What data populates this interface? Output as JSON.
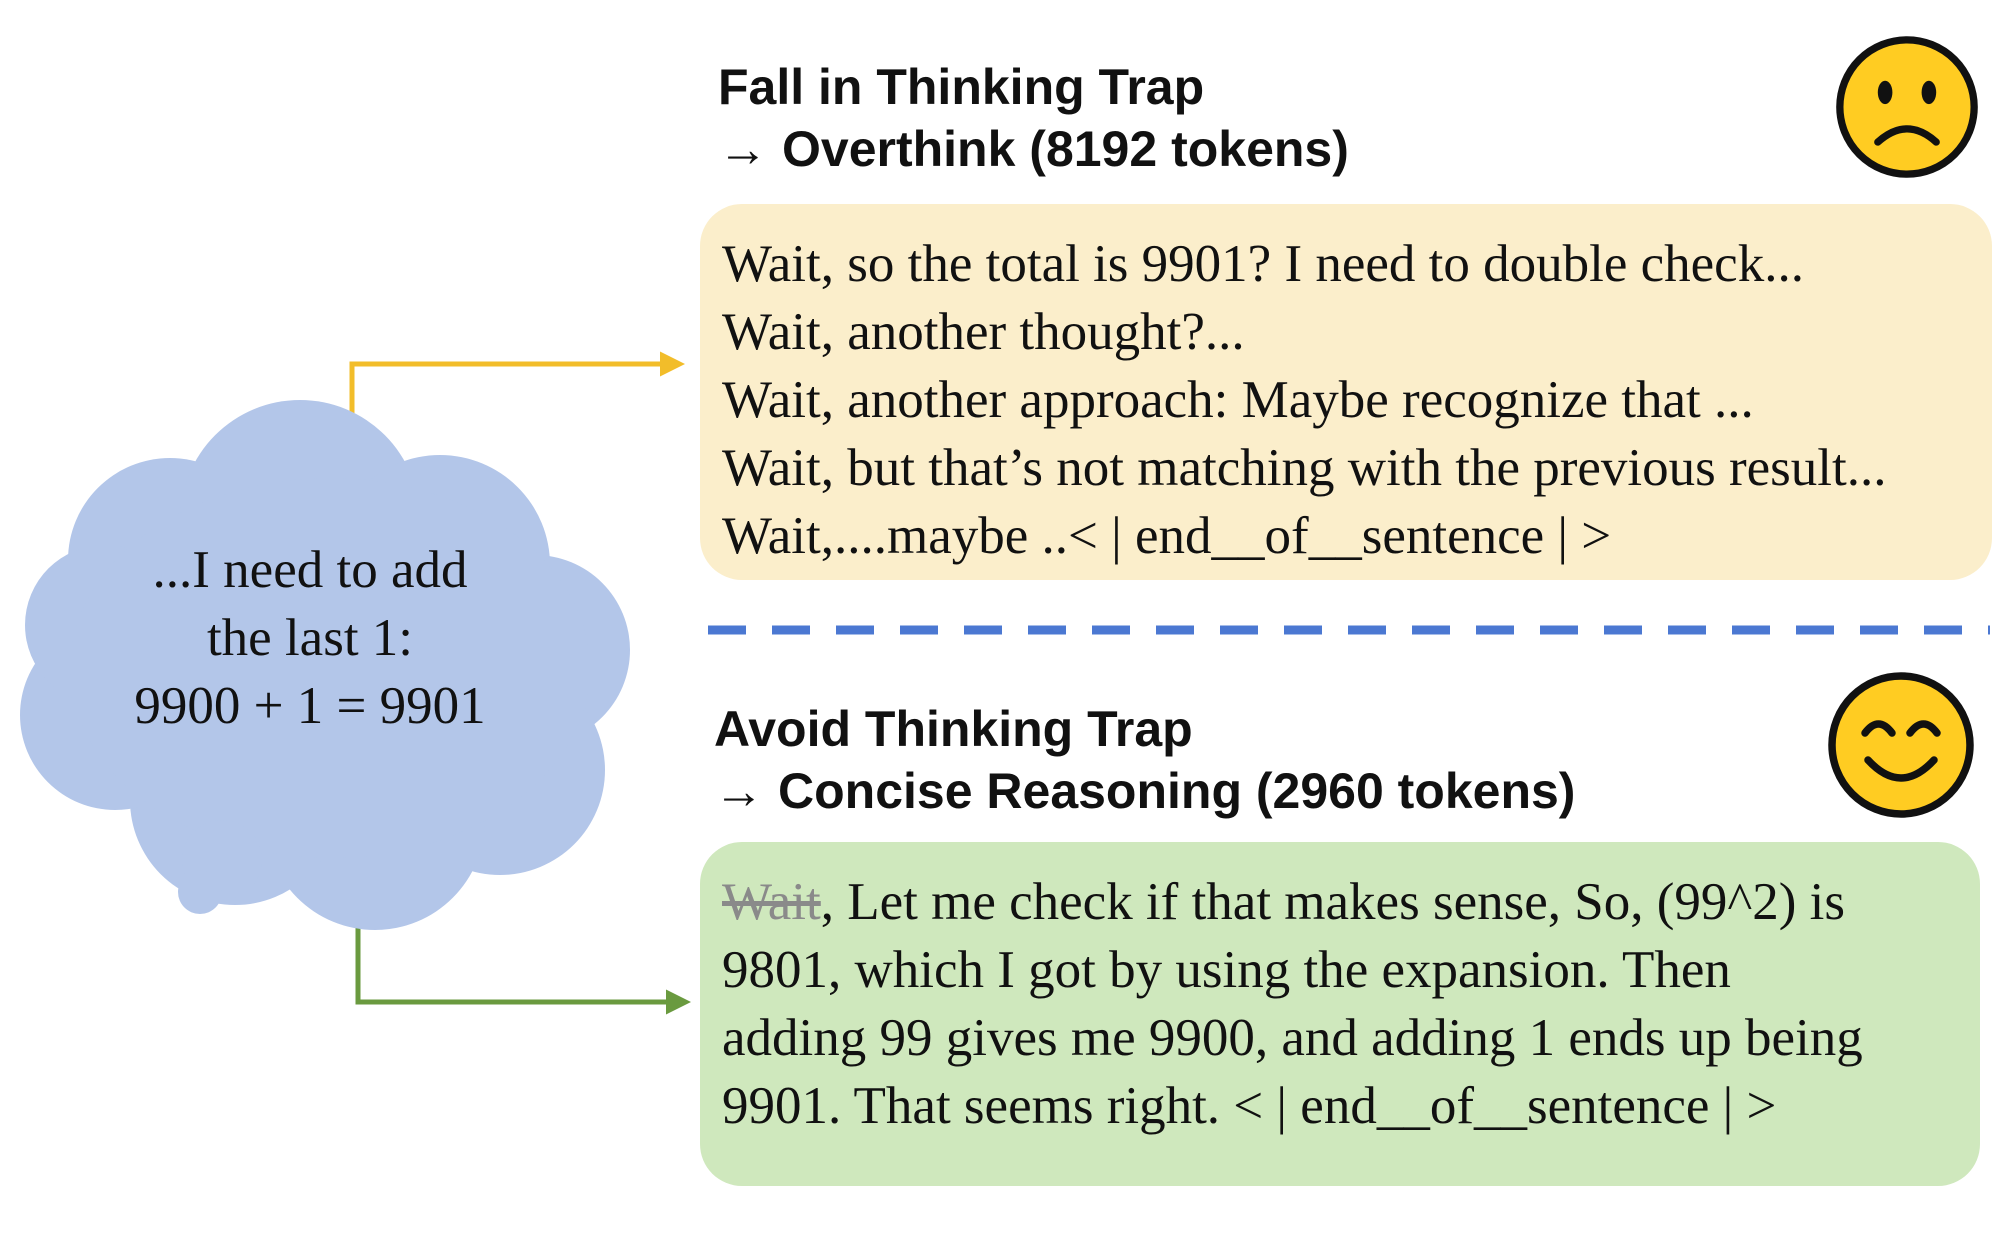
{
  "thought": {
    "lines": [
      "...I need to add",
      "the last 1:",
      "9900 + 1 = 9901"
    ]
  },
  "overthink": {
    "title": "Fall in Thinking Trap",
    "arrow": "→",
    "subtitle": "Overthink (8192 tokens)",
    "lines": [
      "Wait, so the total is 9901? I need to double check...",
      "Wait, another thought?...",
      "Wait, another approach: Maybe recognize that ...",
      "Wait, but that’s not matching with the previous result...",
      "Wait,....maybe ..< | end__of__sentence | >"
    ],
    "icon": "sad-face-icon"
  },
  "concise": {
    "title": "Avoid Thinking Trap",
    "arrow": "→",
    "subtitle": "Concise Reasoning (2960 tokens)",
    "struck_word": "Wait",
    "first_line_rest": ", Let me check if that makes sense, So, (99^2) is",
    "lines": [
      "9801, which I got by using the expansion. Then",
      "adding 99 gives me 9900, and adding 1 ends up being",
      "9901. That seems right. < | end__of__sentence | >"
    ],
    "icon": "smiling-face-icon"
  },
  "colors": {
    "cloud": "#b3c6e9",
    "overthink_box": "#fbeecb",
    "concise_box": "#cfe8bd",
    "overthink_arrow": "#f2bd2a",
    "concise_arrow": "#6a9a3f",
    "divider": "#4b78d2",
    "emoji_fill": "#ffcc22",
    "emoji_stroke": "#111111"
  }
}
